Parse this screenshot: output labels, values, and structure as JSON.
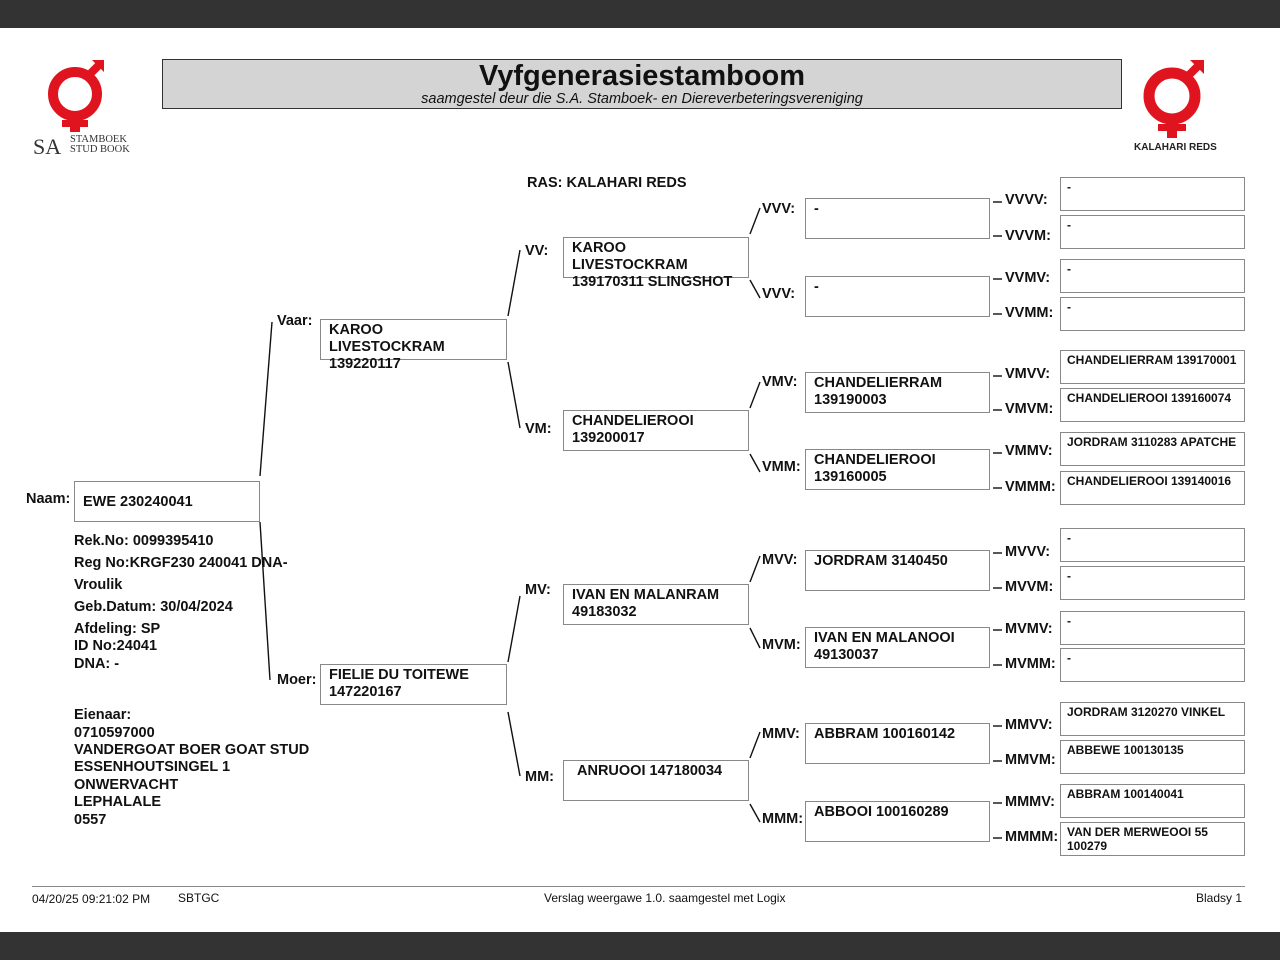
{
  "header": {
    "title": "Vyfgenerasiestamboom",
    "subtitle": "saamgestel deur die S.A. Stamboek- en Diereverbeteringsvereniging",
    "logo_left_big": "SA",
    "logo_left_line1": "STAMBOEK",
    "logo_left_line2": "STUD BOOK",
    "logo_right_text": "KALAHARI REDS",
    "ras": "RAS: KALAHARI REDS"
  },
  "animal": {
    "naam_label": "Naam:",
    "naam": "EWE 230240041",
    "rek_no": "Rek.No: 0099395410",
    "reg_no": "Reg No:KRGF230 240041 DNA-",
    "sex": "Vroulik",
    "geb_datum": "Geb.Datum: 30/04/2024",
    "afdeling": "Afdeling: SP",
    "id_no": "ID No:24041",
    "dna": "DNA: -",
    "eienaar_label": "Eienaar:",
    "owner_code": "0710597000",
    "owner_name": "VANDERGOAT BOER GOAT STUD",
    "owner_addr1": "ESSENHOUTSINGEL 1",
    "owner_addr2": "ONWERVACHT",
    "owner_city": "LEPHALALE",
    "owner_postcode": "0557"
  },
  "gen1": {
    "vaar_label": "Vaar:",
    "vaar": "KAROO LIVESTOCKRAM 139220117",
    "moer_label": "Moer:",
    "moer": "FIELIE DU TOITEWE 147220167"
  },
  "gen2": {
    "vv_label": "VV:",
    "vv": "KAROO LIVESTOCKRAM 139170311 SLINGSHOT",
    "vm_label": "VM:",
    "vm": "CHANDELIEROOI 139200017",
    "mv_label": "MV:",
    "mv": "IVAN EN MALANRAM 49183032",
    "mm_label": "MM:",
    "mm": "ANRUOOI 147180034"
  },
  "gen3": {
    "vvv_label": "VVV:",
    "vvv": "-",
    "vvm_label": "VVV:",
    "vvm": "-",
    "vmv_label": "VMV:",
    "vmv": "CHANDELIERRAM 139190003",
    "vmm_label": "VMM:",
    "vmm": "CHANDELIEROOI 139160005",
    "mvv_label": "MVV:",
    "mvv": "JORDRAM  3140450",
    "mvm_label": "MVM:",
    "mvm": "IVAN EN MALANOOI 49130037",
    "mmv_label": "MMV:",
    "mmv": "ABBRAM 100160142",
    "mmm_label": "MMM:",
    "mmm": "ABBOOI 100160289"
  },
  "gen4": {
    "vvvv_label": "VVVV:",
    "vvvv": "-",
    "vvvm_label": "VVVM:",
    "vvvm": "-",
    "vvmv_label": "VVMV:",
    "vvmv": "-",
    "vvmm_label": "VVMM:",
    "vvmm": "-",
    "vmvv_label": "VMVV:",
    "vmvv": "CHANDELIERRAM 139170001",
    "vmvm_label": "VMVM:",
    "vmvm": "CHANDELIEROOI 139160074",
    "vmmv_label": "VMMV:",
    "vmmv": "JORDRAM 3110283 APATCHE",
    "vmmm_label": "VMMM:",
    "vmmm": "CHANDELIEROOI 139140016",
    "mvvv_label": "MVVV:",
    "mvvv": "-",
    "mvvm_label": "MVVM:",
    "mvvm": "-",
    "mvmv_label": "MVMV:",
    "mvmv": "-",
    "mvmm_label": "MVMM:",
    "mvmm": "-",
    "mmvv_label": "MMVV:",
    "mmvv": "JORDRAM 3120270 VINKEL",
    "mmvm_label": "MMVM:",
    "mmvm": "ABBEWE 100130135",
    "mmmv_label": "MMMV:",
    "mmmv": "ABBRAM 100140041",
    "mmmm_label": "MMMM:",
    "mmmm": "VAN DER MERWEOOI 55 100279"
  },
  "footer": {
    "timestamp": "04/20/25 09:21:02 PM",
    "code": "SBTGC",
    "report": "Verslag weergawe 1.0. saamgestel met Logix",
    "page": "Bladsy 1"
  },
  "colors": {
    "logo_red": "#e0141e",
    "title_bg": "#d4d4d4"
  }
}
